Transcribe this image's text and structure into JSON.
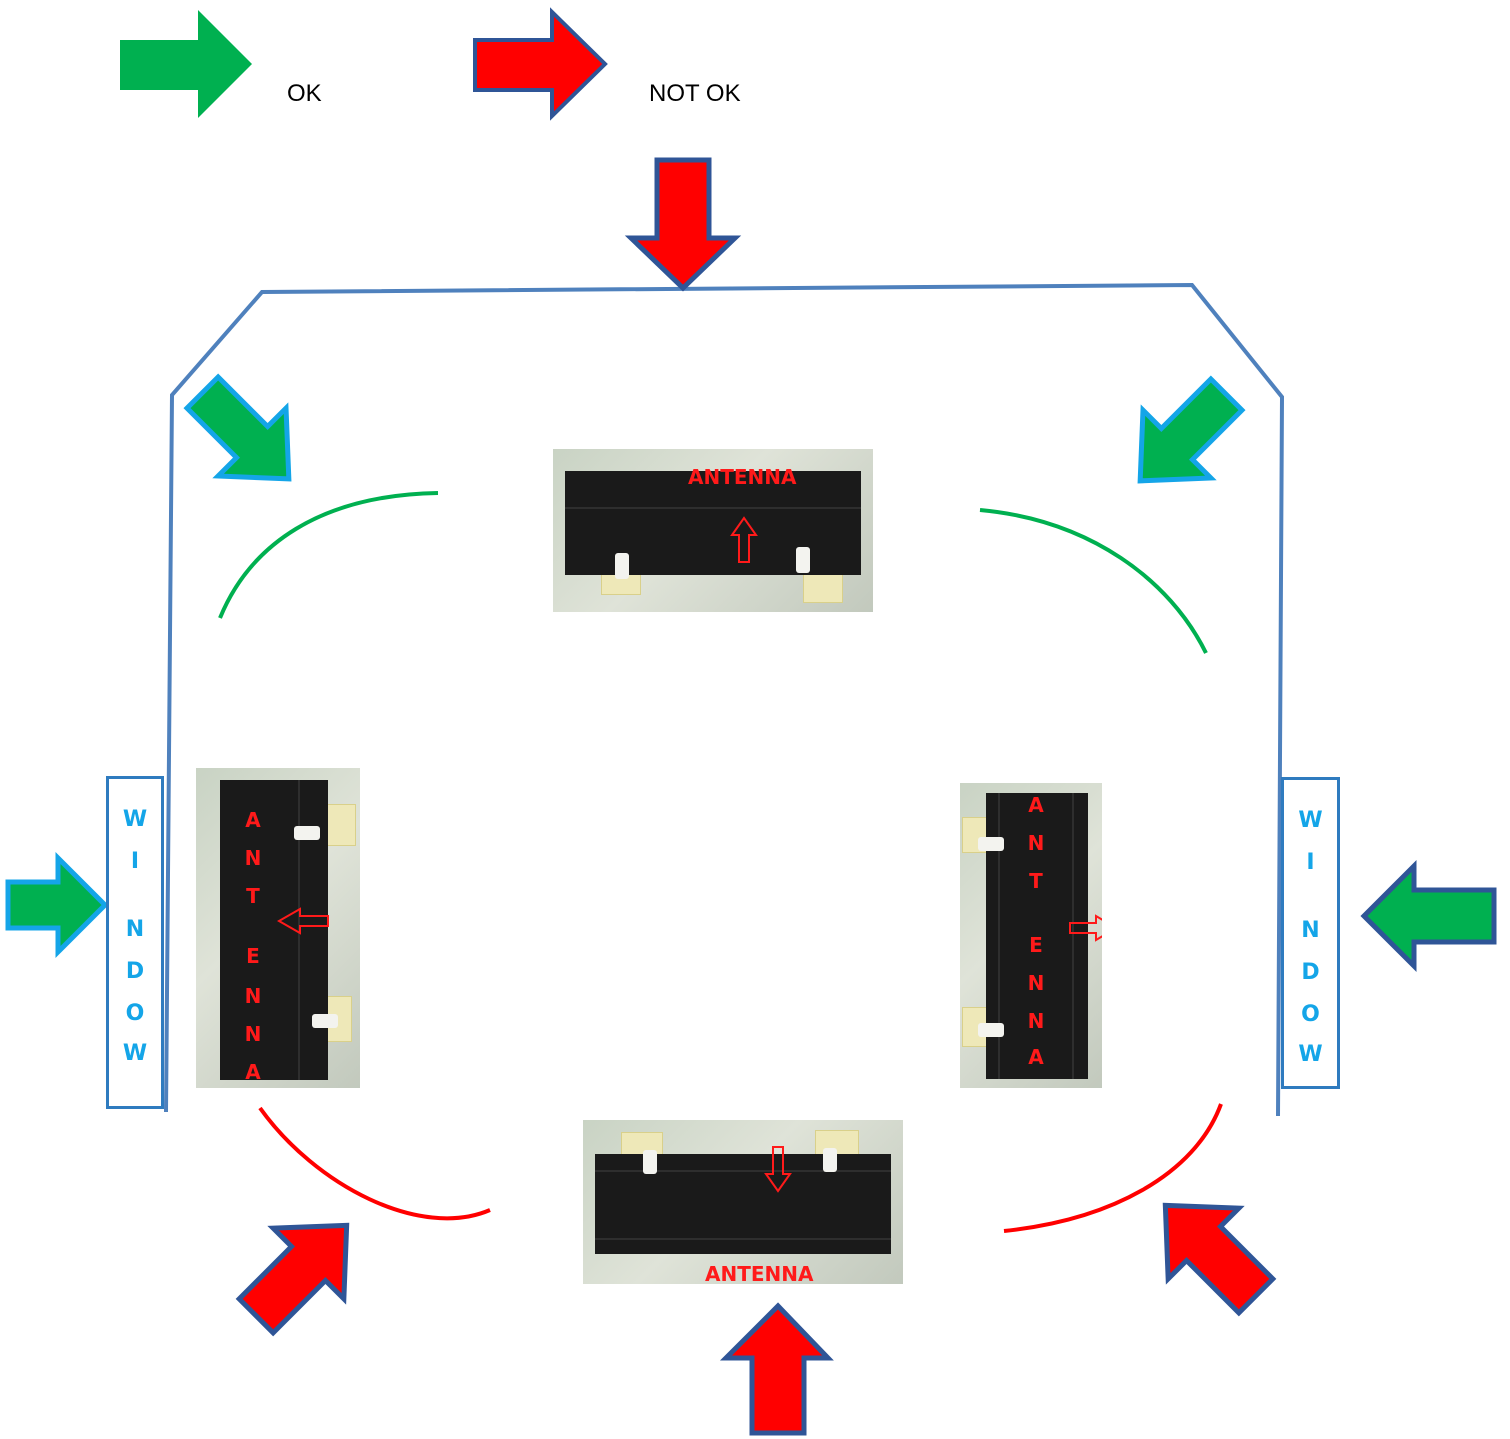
{
  "legend": {
    "ok_label": "OK",
    "not_ok_label": "NOT OK",
    "ok_color": "#00b050",
    "not_ok_color": "#ff0000",
    "outline_blue": "#2f5597",
    "outline_cyan": "#14a5e8"
  },
  "room": {
    "wall_color": "#4f81bd"
  },
  "windows": {
    "left_letters": [
      "W",
      "I",
      "N",
      "D",
      "O",
      "W"
    ],
    "right_letters": [
      "W",
      "I",
      "N",
      "D",
      "O",
      "W"
    ]
  },
  "antennas": {
    "top_label": "ANTENNA",
    "bottom_label": "ANTENNA",
    "left_letters": [
      "A",
      "N",
      "T",
      "E",
      "N",
      "N",
      "A"
    ],
    "right_letters": [
      "A",
      "N",
      "T",
      "E",
      "N",
      "N",
      "A"
    ]
  },
  "arcs": {
    "ok_color": "#00b050",
    "not_ok_color": "#ff0000"
  }
}
